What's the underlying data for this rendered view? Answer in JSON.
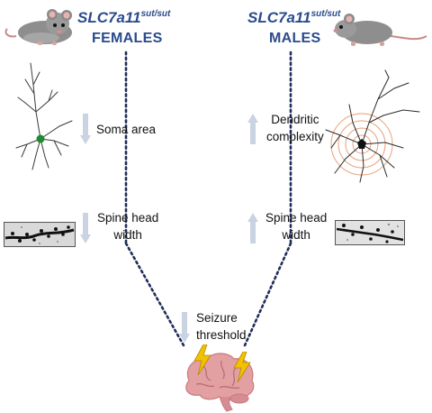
{
  "females": {
    "gene": "SLC7a11",
    "genotype": "sut/sut",
    "sex_label": "FEMALES"
  },
  "males": {
    "gene": "SLC7a11",
    "genotype": "sut/sut",
    "sex_label": "MALES"
  },
  "female_findings": {
    "soma_area": "Soma area",
    "spine_head_line1": "Spine head",
    "spine_head_line2": "width"
  },
  "male_findings": {
    "dendritic_line1": "Dendritic",
    "dendritic_line2": "complexity",
    "spine_head_line1": "Spine head",
    "spine_head_line2": "width"
  },
  "outcome": {
    "line1": "Seizure",
    "line2": "threshold"
  },
  "colors": {
    "title_blue": "#2a4b8d",
    "dotted_line": "#1f2d5a",
    "arrow_fill": "#c9d3e2",
    "neuron_green": "#1f8a2e",
    "brain_pink": "#e2a0a3",
    "lightning": "#f2c200",
    "ring": "#e8a07a"
  },
  "icons": {
    "female_mouse": "mouse-icon",
    "male_mouse": "mouse-icon",
    "female_neuron": "neuron-icon",
    "male_neuron": "neuron-sholl-icon",
    "female_dendrite": "dendrite-micrograph",
    "male_dendrite": "dendrite-micrograph",
    "brain": "brain-icon",
    "lightning": "lightning-icon",
    "decrease": "arrow-down-icon",
    "increase": "arrow-up-icon"
  }
}
